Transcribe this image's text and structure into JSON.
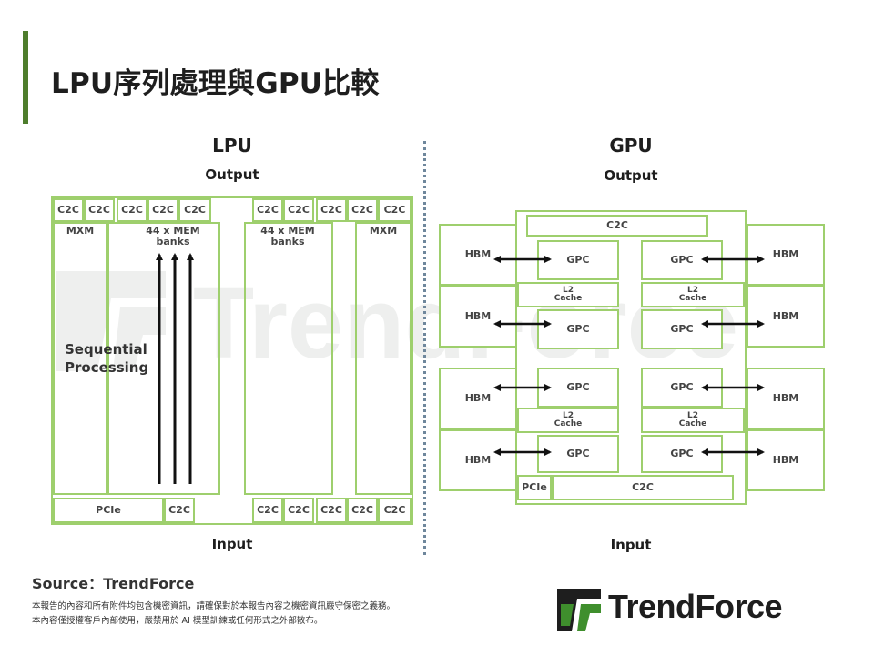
{
  "page": {
    "title": "LPU序列處理與GPU比較",
    "source": "Source：TrendForce",
    "disclaimer_line1": "本報告的內容和所有附件均包含機密資訊，請確保對於本報告內容之機密資訊嚴守保密之義務。",
    "disclaimer_line2": "本內容僅授權客戶內部使用，嚴禁用於 AI 模型訓練或任何形式之外部散布。",
    "logo_text": "TrendForce",
    "watermark_text": "TrendForce"
  },
  "lpu": {
    "heading": "LPU",
    "output": "Output",
    "input": "Input",
    "c2c": "C2C",
    "mxm": "MXM",
    "mem_banks": "44 x MEM banks",
    "pcie": "PCIe",
    "sequential": "Sequential",
    "processing": "Processing"
  },
  "gpu": {
    "heading": "GPU",
    "output": "Output",
    "input": "Input",
    "c2c": "C2C",
    "hbm": "HBM",
    "gpc": "GPC",
    "l2": "L2",
    "cache": "Cache",
    "pcie": "PCIe"
  },
  "colors": {
    "accent": "#4e7d2c",
    "block_border": "#9ecf6d",
    "divider": "#6f879c",
    "logo_green": "#3f8f2d"
  }
}
